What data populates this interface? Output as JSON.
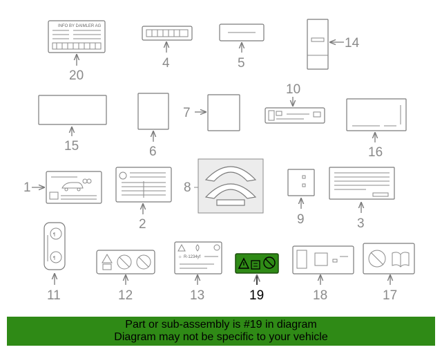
{
  "callouts": [
    "20",
    "4",
    "5",
    "14",
    "10",
    "15",
    "6",
    "7",
    "16",
    "1",
    "2",
    "8",
    "9",
    "3",
    "11",
    "12",
    "13",
    "19",
    "18",
    "17"
  ],
  "selected_callout": "19",
  "label_texts": {
    "label20_header": "INFO BY DAIMLER AG",
    "label13_refrigerant": "R-1234yf"
  },
  "highlight_color": "#2f8a16",
  "banner": {
    "line1": "Part or sub-assembly is #19 in diagram",
    "line2": "Diagram may not be specific to your vehicle"
  }
}
